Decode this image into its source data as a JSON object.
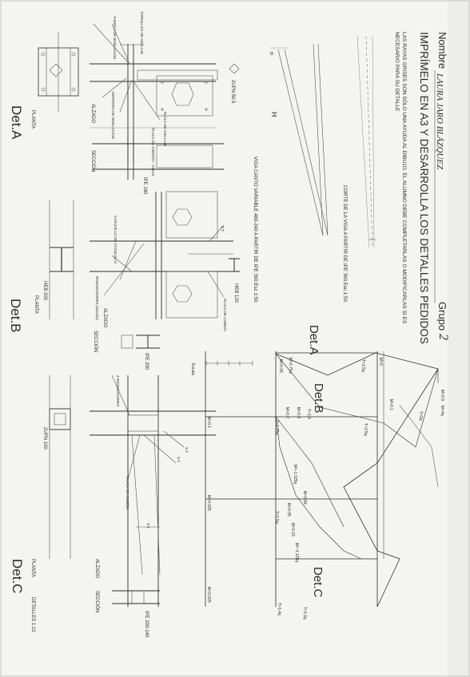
{
  "header": {
    "nombre_label": "Nombre",
    "nombre_value": "LAURA JARO BLÁZQUEZ",
    "grupo_label": "Grupo",
    "grupo_value": "2",
    "instruction": "IMPRÍMELO EN A3 Y DESARROLLA LOS DETALLES PEDIDOS",
    "note_line1": "LAS RAYAS GRISES SON SÓLO UNA AYUDA AL DIBUJO, EL ALUMNO DEBE COMPLETARLAS O MODIFICARLAS SI ES",
    "note_line2": "NECESARIO PARA SU DETALLE"
  },
  "beam": {
    "corte_title": "CORTE DE LA VIGA A PARTIR DE IPE 360 Esc.1:50",
    "viga_title": "VIGA CANTO VARIABLE 480-240 A PARTIR DE IPE 360 Esc.1:50",
    "h_label": "H",
    "upn_label": "2UPN 50.5"
  },
  "frame": {
    "det_a": "Det.A",
    "det_b": "Det.B",
    "det_c": "Det.C",
    "escala": "Escala",
    "moments": [
      "M=0",
      "M=3.9",
      "M=4q",
      "T=2q",
      "T=1.5q",
      "M=0.1",
      "T=2.5q",
      "M=0.75q",
      "T=1.4",
      "M=0.8",
      "M=0.2",
      "M=0.05",
      "T=1.25q",
      "M=-1.125q",
      "M=0.84",
      "M=0.05",
      "M=-1.125q",
      "M=0.025",
      "T=1.5q",
      "M=0.15",
      "T=1.0q",
      "M=0.025",
      "T=1.4q"
    ]
  },
  "det_a": {
    "title": "Det.A",
    "planta": "PLANTA",
    "alzado": "ALZADO",
    "seccion": "SECCIÓN",
    "ipe": "IPE 180",
    "notes": [
      "TORNILLOS DE ANCLAJE",
      "TUERCA DE NIVELACIÓN",
      "PLACA DE ANCLAJE",
      "MORTERO DE NIVELACIÓN",
      "PLACA DE ASIENTO - VIGAS"
    ]
  },
  "det_b": {
    "title": "Det.B",
    "planta": "PLANTA",
    "alzado": "ALZADO",
    "seccion": "SECCIÓN",
    "heb_top": "HEB 120",
    "heb_bottom": "HEB 200",
    "ipe": "IPE 200",
    "notes": [
      "S.T.",
      "PLACA DE CABEZA",
      "CASQUILLO DE CASQUILLO",
      "RIGIDIZADORES (sección)"
    ]
  },
  "det_c": {
    "title": "Det.C",
    "planta": "PLANTA",
    "alzado": "ALZADO",
    "seccion": "SECCIÓN",
    "upn": "2UPN 100",
    "ipe": "IPE 200-140",
    "detalles": "DETALLES 1:10",
    "notes": [
      "4 RIGIDIZADORES",
      "S.T.",
      "S.T.",
      "PLACA DE CABEZA",
      "S.T."
    ]
  }
}
